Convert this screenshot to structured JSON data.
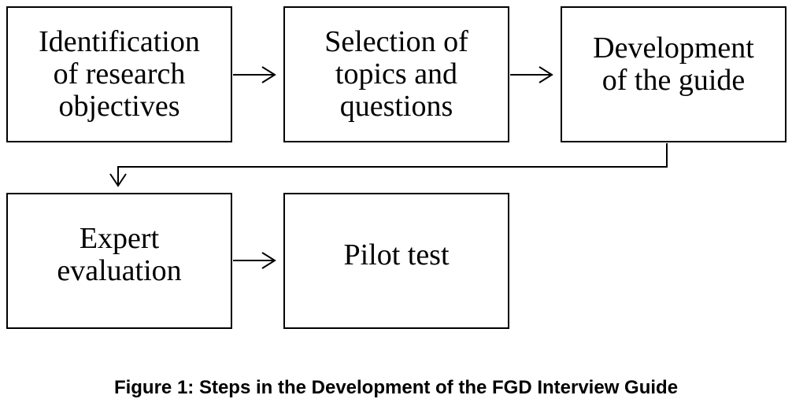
{
  "steps": [
    {
      "label": "Identification\nof research\nobjectives"
    },
    {
      "label": "Selection of\ntopics and\nquestions"
    },
    {
      "label": "Development\nof the guide"
    },
    {
      "label": "Expert\nevaluation"
    },
    {
      "label": "Pilot test"
    }
  ],
  "caption": "Figure 1: Steps in the Development of the FGD Interview Guide",
  "colors": {
    "stroke": "#000000",
    "background": "#ffffff"
  }
}
